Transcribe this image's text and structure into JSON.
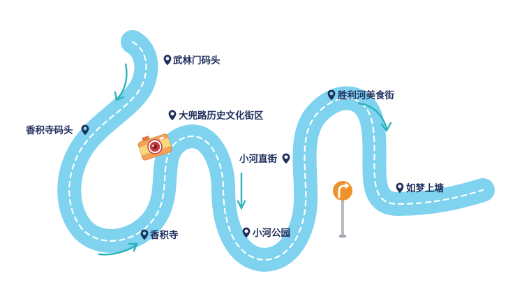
{
  "colors": {
    "road": "#7fd3ef",
    "dash": "#ffffff",
    "arrow": "#2bb3b8",
    "pin": "#1f2f5c",
    "text": "#1f2f5c",
    "sign": "#f0922b",
    "pole": "#b5bcc3",
    "camera_body": "#f2a25a",
    "camera_band": "#f7d87a",
    "camera_lens": "#c9383a"
  },
  "map": {
    "stops": [
      {
        "id": "wulinmen",
        "label": "武林门码头"
      },
      {
        "id": "xiangjisi_pier",
        "label": "香积寺码头"
      },
      {
        "id": "daoudou",
        "label": "大兜路历史文化街区"
      },
      {
        "id": "xiangjisi",
        "label": "香积寺"
      },
      {
        "id": "xiaohe_street",
        "label": "小河直街"
      },
      {
        "id": "xiaohe_park",
        "label": "小河公园"
      },
      {
        "id": "shengli",
        "label": "胜利河美食街"
      },
      {
        "id": "rumeng",
        "label": "如梦上塘"
      }
    ],
    "icons": {
      "camera": "camera-icon",
      "turn_sign": "turn-right-sign-icon",
      "pin": "location-pin-icon",
      "arrow": "direction-arrow-icon"
    }
  }
}
